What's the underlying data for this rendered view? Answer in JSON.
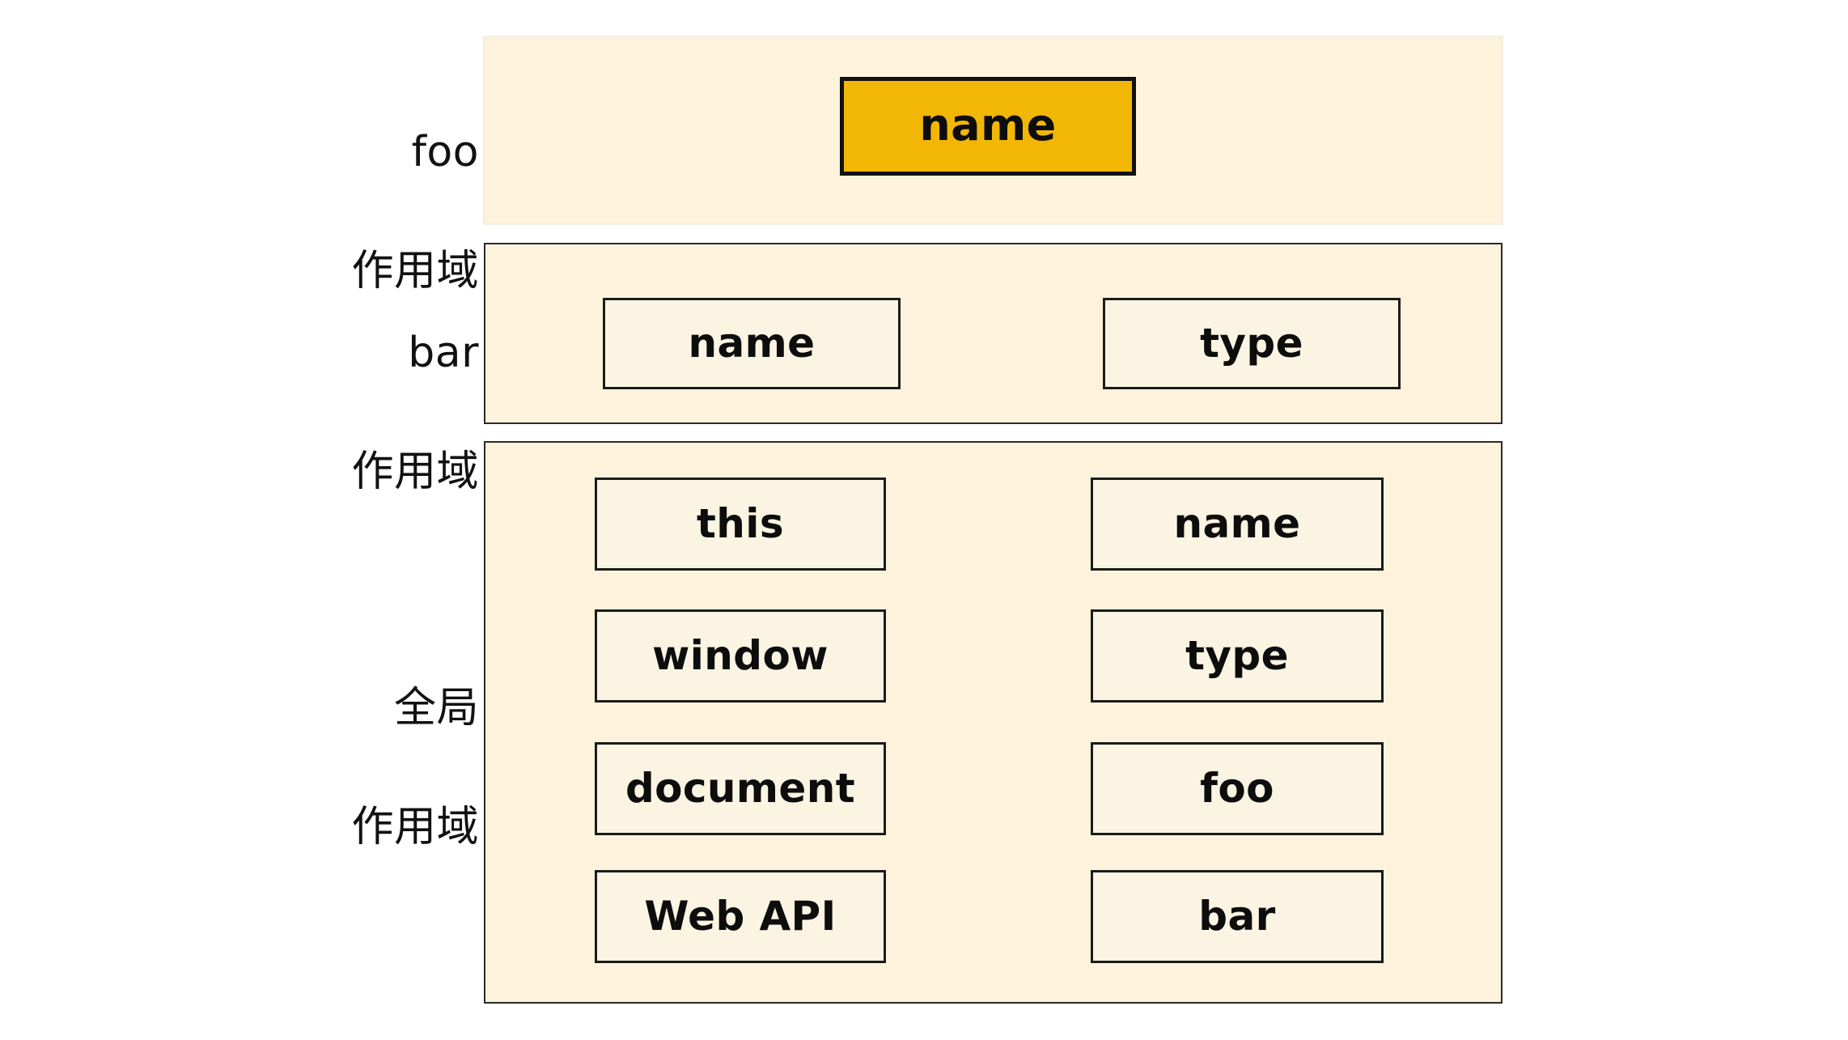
{
  "diagram": {
    "title_present": false,
    "colors": {
      "page_background": "#ffffff",
      "panel_background": "#FDF3DC",
      "box_background": "#FBF4E2",
      "box_border": "#1b1b1b",
      "highlight_fill": "#F2B705",
      "text": "#111111"
    },
    "scopes": [
      {
        "id": "foo",
        "label_lines": [
          "foo",
          "作用域"
        ],
        "panel_outlined": false,
        "columns": [
          {
            "id": "foo-col-1",
            "boxes": [
              {
                "label": "name",
                "highlighted": true
              }
            ]
          }
        ]
      },
      {
        "id": "bar",
        "label_lines": [
          "bar",
          "作用域"
        ],
        "panel_outlined": true,
        "columns": [
          {
            "id": "bar-col-1",
            "boxes": [
              {
                "label": "name",
                "highlighted": false
              }
            ]
          },
          {
            "id": "bar-col-2",
            "boxes": [
              {
                "label": "type",
                "highlighted": false
              }
            ]
          }
        ]
      },
      {
        "id": "global",
        "label_lines": [
          "全局",
          "作用域"
        ],
        "panel_outlined": true,
        "columns": [
          {
            "id": "global-col-1",
            "boxes": [
              {
                "label": "this",
                "highlighted": false
              },
              {
                "label": "window",
                "highlighted": false
              },
              {
                "label": "document",
                "highlighted": false
              },
              {
                "label": "Web API",
                "highlighted": false
              }
            ]
          },
          {
            "id": "global-col-2",
            "boxes": [
              {
                "label": "name",
                "highlighted": false
              },
              {
                "label": "type",
                "highlighted": false
              },
              {
                "label": "foo",
                "highlighted": false
              },
              {
                "label": "bar",
                "highlighted": false
              }
            ]
          }
        ]
      }
    ]
  }
}
